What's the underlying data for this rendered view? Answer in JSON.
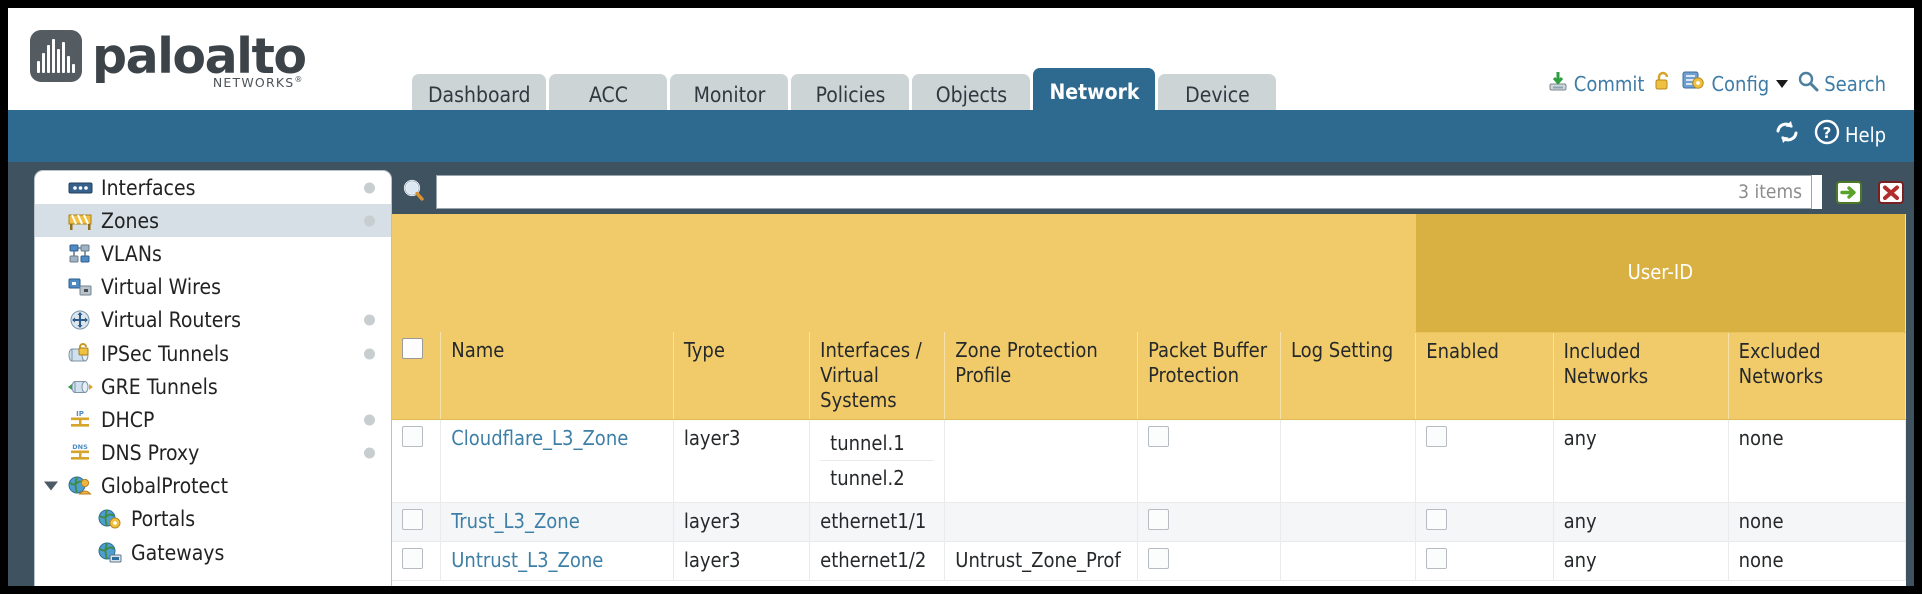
{
  "brand": {
    "name": "paloalto",
    "tagline": "NETWORKS",
    "tagline_mark": "®"
  },
  "nav": {
    "tabs": [
      {
        "label": "Dashboard",
        "active": false
      },
      {
        "label": "ACC",
        "active": false
      },
      {
        "label": "Monitor",
        "active": false
      },
      {
        "label": "Policies",
        "active": false
      },
      {
        "label": "Objects",
        "active": false
      },
      {
        "label": "Network",
        "active": true
      },
      {
        "label": "Device",
        "active": false
      }
    ],
    "actions": [
      {
        "label": "Commit",
        "icon": "commit-icon"
      },
      {
        "label": "",
        "icon": "unlock-icon"
      },
      {
        "label": "Config",
        "icon": "config-icon",
        "has_caret": true
      },
      {
        "label": "Search",
        "icon": "search-icon"
      }
    ]
  },
  "toolbar": {
    "refresh_icon": "refresh-icon",
    "help_label": "Help",
    "help_icon": "help-icon"
  },
  "sidebar": {
    "items": [
      {
        "label": "Interfaces",
        "icon": "interfaces-icon",
        "dot": true,
        "selected": false,
        "child": false,
        "twisty": false
      },
      {
        "label": "Zones",
        "icon": "zones-icon",
        "dot": true,
        "selected": true,
        "child": false,
        "twisty": false
      },
      {
        "label": "VLANs",
        "icon": "vlans-icon",
        "dot": false,
        "selected": false,
        "child": false,
        "twisty": false
      },
      {
        "label": "Virtual Wires",
        "icon": "virtual-wires-icon",
        "dot": false,
        "selected": false,
        "child": false,
        "twisty": false
      },
      {
        "label": "Virtual Routers",
        "icon": "virtual-routers-icon",
        "dot": true,
        "selected": false,
        "child": false,
        "twisty": false
      },
      {
        "label": "IPSec Tunnels",
        "icon": "ipsec-tunnels-icon",
        "dot": true,
        "selected": false,
        "child": false,
        "twisty": false
      },
      {
        "label": "GRE Tunnels",
        "icon": "gre-tunnels-icon",
        "dot": false,
        "selected": false,
        "child": false,
        "twisty": false
      },
      {
        "label": "DHCP",
        "icon": "dhcp-icon",
        "dot": true,
        "selected": false,
        "child": false,
        "twisty": false
      },
      {
        "label": "DNS Proxy",
        "icon": "dns-proxy-icon",
        "dot": true,
        "selected": false,
        "child": false,
        "twisty": false
      },
      {
        "label": "GlobalProtect",
        "icon": "globalprotect-icon",
        "dot": false,
        "selected": false,
        "child": false,
        "twisty": true
      },
      {
        "label": "Portals",
        "icon": "portals-icon",
        "dot": false,
        "selected": false,
        "child": true,
        "twisty": false
      },
      {
        "label": "Gateways",
        "icon": "gateways-icon",
        "dot": false,
        "selected": false,
        "child": true,
        "twisty": false
      }
    ]
  },
  "search": {
    "value": "",
    "placeholder": "",
    "item_count": "3 items",
    "apply_icon": "apply-arrow-icon",
    "clear_icon": "clear-x-icon",
    "magnifier_icon": "magnifier-icon"
  },
  "table": {
    "group_headers": [
      {
        "label": "User-ID",
        "span": 3
      }
    ],
    "columns": [
      "Name",
      "Type",
      "Interfaces / Virtual Systems",
      "Zone Protection Profile",
      "Packet Buffer Protection",
      "Log Setting",
      "Enabled",
      "Included Networks",
      "Excluded Networks"
    ],
    "rows": [
      {
        "checked": false,
        "name": "Cloudflare_L3_Zone",
        "type": "layer3",
        "interfaces": [
          "tunnel.1",
          "tunnel.2"
        ],
        "zone_protection_profile": "",
        "packet_buffer_protection": false,
        "log_setting": "",
        "userid_enabled": false,
        "included_networks": "any",
        "excluded_networks": "none"
      },
      {
        "checked": false,
        "name": "Trust_L3_Zone",
        "type": "layer3",
        "interfaces": [
          "ethernet1/1"
        ],
        "zone_protection_profile": "",
        "packet_buffer_protection": false,
        "log_setting": "",
        "userid_enabled": false,
        "included_networks": "any",
        "excluded_networks": "none"
      },
      {
        "checked": false,
        "name": "Untrust_L3_Zone",
        "type": "layer3",
        "interfaces": [
          "ethernet1/2"
        ],
        "zone_protection_profile": "Untrust_Zone_Prof",
        "packet_buffer_protection": false,
        "log_setting": "",
        "userid_enabled": false,
        "included_networks": "any",
        "excluded_networks": "none"
      }
    ]
  },
  "colors": {
    "brand_blue": "#2e6a90",
    "band_dark": "#3f5260",
    "header_gold": "#f1cb6a",
    "group_gold": "#d9b042",
    "link_blue": "#3d7fa6",
    "tab_grey": "#ccd4d6"
  }
}
